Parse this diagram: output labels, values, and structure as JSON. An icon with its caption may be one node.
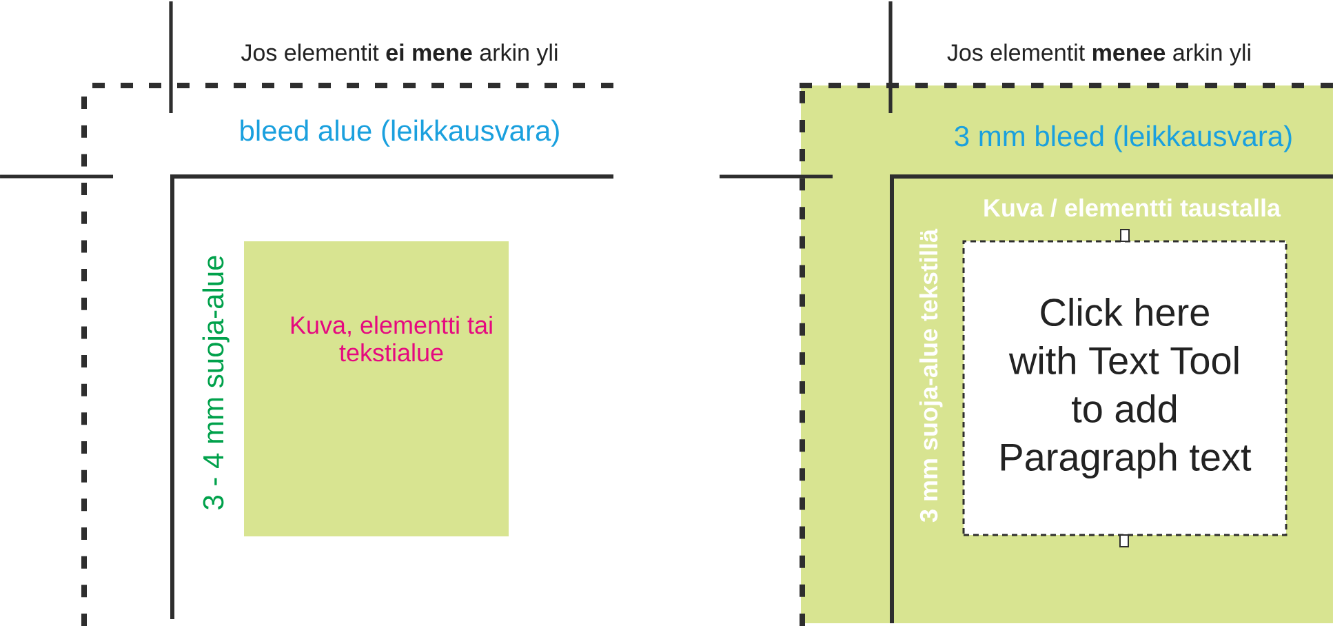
{
  "diagram": {
    "nodes": [
      {
        "text": [
          "Kuva, elementti tai tekstialue"
        ]
      },
      {
        "text": [
          "Kuva / elementti taustalla"
        ]
      },
      {
        "text": [
          "Click here with Text Tool to add Paragraph text"
        ],
        "in": 1
      }
    ],
    "labels": [
      "Jos elementit **ei mene** arkin yli",
      "bleed alue (leikkausvara)",
      "3 - 4 mm suoja-alue",
      "Jos elementit **menee** arkin yli",
      "3 mm bleed (leikkausvara)",
      "3 mm suoja-alue tekstillä"
    ]
  }
}
